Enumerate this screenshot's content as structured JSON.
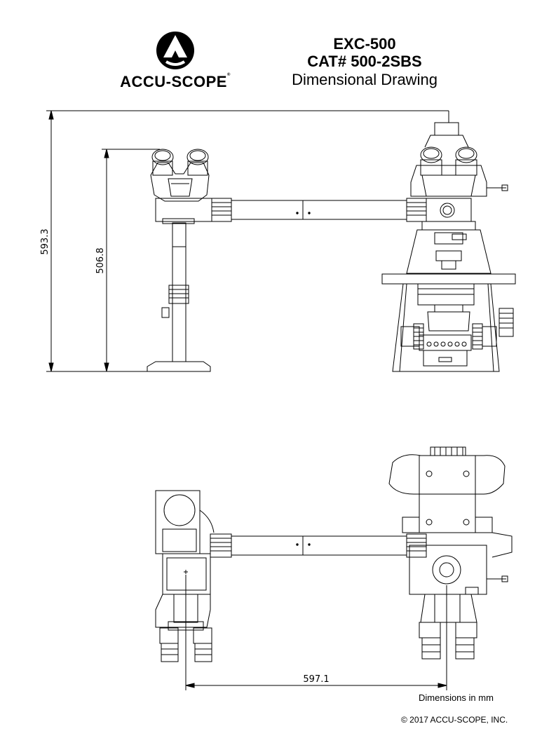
{
  "header": {
    "brand": "ACCU-SCOPE",
    "model": "EXC-500",
    "catalog": "CAT# 500-2SBS",
    "doc_type": "Dimensional Drawing"
  },
  "dimensions": {
    "overall_height": "593.3",
    "eyepiece_height": "506.8",
    "eyepiece_spacing": "597.1"
  },
  "footer": {
    "units_note": "Dimensions in mm",
    "copyright": "© 2017 ACCU-SCOPE, INC."
  },
  "views": [
    "front-elevation",
    "top-plan"
  ],
  "icons": [
    "accu-scope-logo-icon"
  ]
}
